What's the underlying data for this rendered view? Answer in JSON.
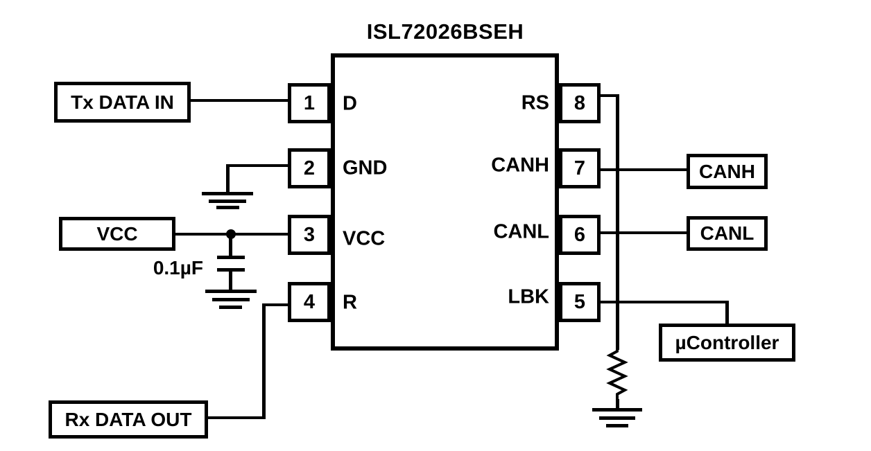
{
  "diagram": {
    "title": "ISL72026BSEH",
    "ic": {
      "left_pins": [
        {
          "number": "1",
          "label": "D"
        },
        {
          "number": "2",
          "label": "GND"
        },
        {
          "number": "3",
          "label": "VCC"
        },
        {
          "number": "4",
          "label": "R"
        }
      ],
      "right_pins": [
        {
          "number": "8",
          "label": "RS"
        },
        {
          "number": "7",
          "label": "CANH"
        },
        {
          "number": "6",
          "label": "CANL"
        },
        {
          "number": "5",
          "label": "LBK"
        }
      ]
    },
    "external_labels": {
      "tx_data_in": "Tx DATA IN",
      "vcc_supply": "VCC",
      "rx_data_out": "Rx DATA OUT",
      "canh_bus": "CANH",
      "canl_bus": "CANL",
      "microcontroller": "µController"
    },
    "components": {
      "capacitor_value": "0.1µF"
    },
    "colors": {
      "line": "#000000",
      "background": "#ffffff"
    }
  }
}
